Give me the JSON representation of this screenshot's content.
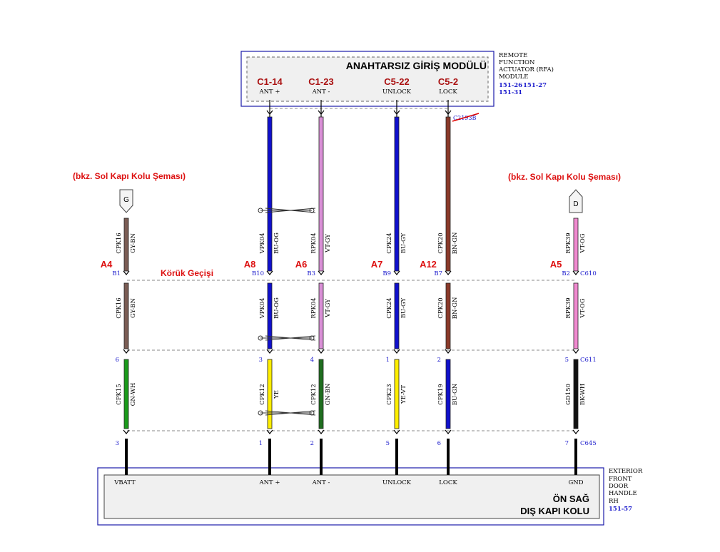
{
  "module": {
    "title": "ANAHTARSIZ GİRİŞ MODÜLÜ",
    "desc": [
      "REMOTE",
      "FUNCTION",
      "ACTUATOR (RFA)",
      "MODULE"
    ],
    "refs_line1": [
      "151-26",
      "151-27"
    ],
    "refs_line2": "151-31",
    "connector_strike": "C2193B"
  },
  "door_handle": {
    "title_line1": "ÖN SAĞ",
    "title_line2": "DIŞ KAPI KOLU",
    "desc": [
      "EXTERIOR",
      "FRONT",
      "DOOR",
      "HANDLE",
      "RH"
    ],
    "ref": "151-57"
  },
  "notes": {
    "left_ref": "(bkz. Sol Kapı Kolu Şeması)",
    "right_ref": "(bkz. Sol Kapı Kolu Şeması)",
    "bellows": "Körük Geçişi"
  },
  "offpage": {
    "left": "G",
    "right": "D"
  },
  "connectors": {
    "c610": "C610",
    "c611": "C611",
    "c645": "C645"
  },
  "wires": [
    {
      "id": "vbatt",
      "top_circuit": "CPK16",
      "top_color_code": "GY-BN",
      "mid_circuit": "CPK16",
      "mid_color_code": "GY-BN",
      "bot_circuit": "CPK15",
      "bot_color_code": "GN-WH",
      "splice": "A4",
      "pin_top": "B1",
      "pin_mid": "6",
      "pin_bot": "3",
      "end_label": "VBATT",
      "colors": {
        "top": "#7a5c54",
        "mid": "#7a5c54",
        "bot": "#1a9a1a"
      }
    },
    {
      "id": "ant_plus",
      "module_pin": "C1-14",
      "module_label": "ANT +",
      "top_circuit": "VPK04",
      "top_color_code": "BU-OG",
      "mid_circuit": "VPK04",
      "mid_color_code": "BU-OG",
      "bot_circuit": "CPK12",
      "bot_color_code": "YE",
      "splice": "A8",
      "pin_top": "B10",
      "pin_mid": "3",
      "pin_bot": "1",
      "end_label": "ANT +",
      "colors": {
        "top": "#1010cc",
        "mid": "#1010cc",
        "bot": "#ffee00"
      }
    },
    {
      "id": "ant_minus",
      "module_pin": "C1-23",
      "module_label": "ANT -",
      "top_circuit": "RPK04",
      "top_color_code": "VT-GY",
      "mid_circuit": "RPK04",
      "mid_color_code": "VT-GY",
      "bot_circuit": "CPK12",
      "bot_color_code": "GN-BN",
      "splice": "A6",
      "pin_top": "B3",
      "pin_mid": "4",
      "pin_bot": "2",
      "end_label": "ANT -",
      "colors": {
        "top": "#d98fd6",
        "mid": "#d98fd6",
        "bot": "#1f6e1f"
      }
    },
    {
      "id": "unlock",
      "module_pin": "C5-22",
      "module_label": "UNLOCK",
      "top_circuit": "CPK24",
      "top_color_code": "BU-GY",
      "mid_circuit": "CPK24",
      "mid_color_code": "BU-GY",
      "bot_circuit": "CPK23",
      "bot_color_code": "YE-VT",
      "splice": "A7",
      "pin_top": "B9",
      "pin_mid": "1",
      "pin_bot": "5",
      "end_label": "UNLOCK",
      "colors": {
        "top": "#1010cc",
        "mid": "#1010cc",
        "bot": "#ffee00"
      }
    },
    {
      "id": "lock",
      "module_pin": "C5-2",
      "module_label": "LOCK",
      "top_circuit": "CPK20",
      "top_color_code": "BN-GN",
      "mid_circuit": "CPK20",
      "mid_color_code": "BN-GN",
      "bot_circuit": "CPK19",
      "bot_color_code": "BU-GN",
      "splice": "A12",
      "pin_top": "B7",
      "pin_mid": "2",
      "pin_bot": "6",
      "end_label": "LOCK",
      "colors": {
        "top": "#8b3a2a",
        "mid": "#8b3a2a",
        "bot": "#1010cc"
      }
    },
    {
      "id": "gnd",
      "top_circuit": "RPK39",
      "top_color_code": "VT-OG",
      "mid_circuit": "RPK39",
      "mid_color_code": "VT-OG",
      "bot_circuit": "GD150",
      "bot_color_code": "BK-WH",
      "splice": "A5",
      "pin_top": "B2",
      "pin_mid": "5",
      "pin_bot": "7",
      "end_label": "GND",
      "colors": {
        "top": "#f08ad0",
        "mid": "#f08ad0",
        "bot": "#111111"
      }
    }
  ]
}
